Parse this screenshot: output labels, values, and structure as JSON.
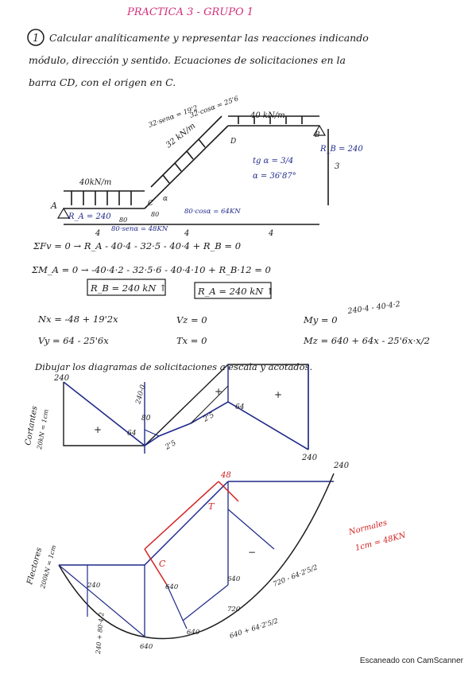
{
  "header": {
    "title": "PRACTICA 3 - GRUPO 1",
    "problem_number": "1",
    "statement_line1": "Calcular analíticamente y representar las reacciones indicando",
    "statement_line2": "módulo, dirección y sentido. Ecuaciones de solicitaciones en la",
    "statement_line3": "barra CD, con el origen en C."
  },
  "structure": {
    "load_left": "40kN/m",
    "load_right": "40 kN/m",
    "load_incline": "32 kN/m",
    "incline_component_1": "32·senα = 19'2",
    "incline_component_2": "32·cosα = 25'6",
    "angle_label": "α",
    "support_a": "A",
    "support_b": "B",
    "point_c": "C",
    "point_d": "D",
    "reaction_a": "R_A = 240",
    "reaction_b": "R_B = 240",
    "height_label": "3",
    "dim_left": "4",
    "dim_mid": "4",
    "dim_right": "4",
    "tan_formula": "tg α = 3/4",
    "alpha_value": "α = 36'87°",
    "force_80": "80",
    "force_sin": "80·senα = 48KN",
    "force_cos": "80·cosα = 64KN",
    "minus_80": "80"
  },
  "equations": {
    "sum_fv": "ΣFv = 0 → R_A - 40·4 - 32·5 - 40·4 + R_B = 0",
    "sum_ma": "ΣM_A = 0 → -40·4·2 - 32·5·6 - 40·4·10 + R_B·12 = 0",
    "rb_box": "R_B = 240 kN ↑",
    "ra_box": "R_A = 240 kN ↑",
    "nx": "Nx = -48 + 19'2x",
    "vz": "Vz = 0",
    "my": "My = 0",
    "vy": "Vy = 64 - 25'6x",
    "tx": "Tx = 0",
    "mz": "Mz = 640 + 64x - 25'6x·x/2",
    "mz_note": "240·4 - 40·4·2"
  },
  "diagram_instruction": "Dibujar los diagramas de solicitaciones a escala y acotados.",
  "shear_diagram": {
    "axis_label_1": "Cortantes",
    "axis_label_2": "20kN = 1cm",
    "val_240_top": "240",
    "val_240_bottom": "240",
    "val_80": "80",
    "val_64_left": "64",
    "val_64_right": "64",
    "val_2_5_a": "2'5",
    "val_2_5_b": "2'5",
    "note_240_0": "240-0",
    "sign_plus_1": "+",
    "sign_plus_2": "+",
    "sign_plus_3": "+"
  },
  "moment_diagram": {
    "axis_label_1": "Flectores",
    "axis_label_2": "200kN = 1cm",
    "val_48": "48",
    "val_240": "240",
    "val_640_a": "640",
    "val_640_b": "640",
    "val_640_c": "640",
    "val_640_d": "640",
    "val_720_a": "720",
    "val_720_b": "720 - 64·2'5/2",
    "val_640_formula": "640 + 64·2'5/2",
    "val_240_left": "240",
    "side_formula": "240 + 80·4/2",
    "sign_t": "T",
    "sign_c": "C",
    "sign_minus": "−",
    "normal_title": "Normales",
    "normal_scale": "1cm = 48KN"
  },
  "footer": {
    "scanner_text": "Escaneado con CamScanner"
  },
  "colors": {
    "ink_black": "#1a1a1a",
    "ink_blue": "#1f2a8a",
    "ink_pink": "#d0307a",
    "ink_red": "#d42020",
    "ink_purple": "#3a2fa0"
  }
}
